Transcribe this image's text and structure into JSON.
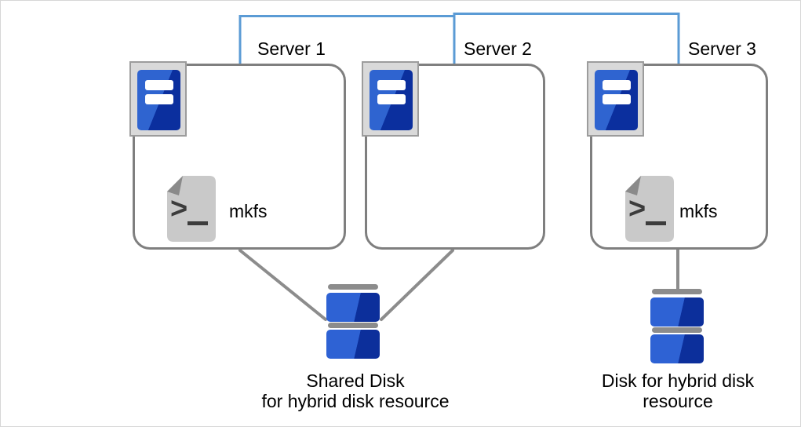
{
  "servers": [
    {
      "label": "Server 1",
      "script_label": "mkfs"
    },
    {
      "label": "Server 2"
    },
    {
      "label": "Server 3",
      "script_label": "mkfs"
    }
  ],
  "disks": [
    {
      "label_line1": "Shared Disk",
      "label_line2": "for hybrid disk resource"
    },
    {
      "label_line1": "Disk for hybrid disk",
      "label_line2": "resource"
    }
  ],
  "icons": {
    "server": "server-tower-icon",
    "script": "shell-script-file-icon",
    "disk": "disk-stack-icon"
  },
  "colors": {
    "network_line": "#5B9BD5",
    "link_line": "#8C8C8C",
    "box_border": "#7F7F7F",
    "server_icon_blue_light": "#2F64D0",
    "server_icon_blue_dark": "#0B2F9E",
    "disk_blue_light": "#2E62D4",
    "disk_blue_dark": "#0C2F9B",
    "icon_frame_fill": "#D9D9D9",
    "script_body": "#C9C9C9",
    "script_fold": "#8A8A8A",
    "text": "#000000",
    "frame_border": "#D7D7D7",
    "background": "#FFFFFF"
  }
}
